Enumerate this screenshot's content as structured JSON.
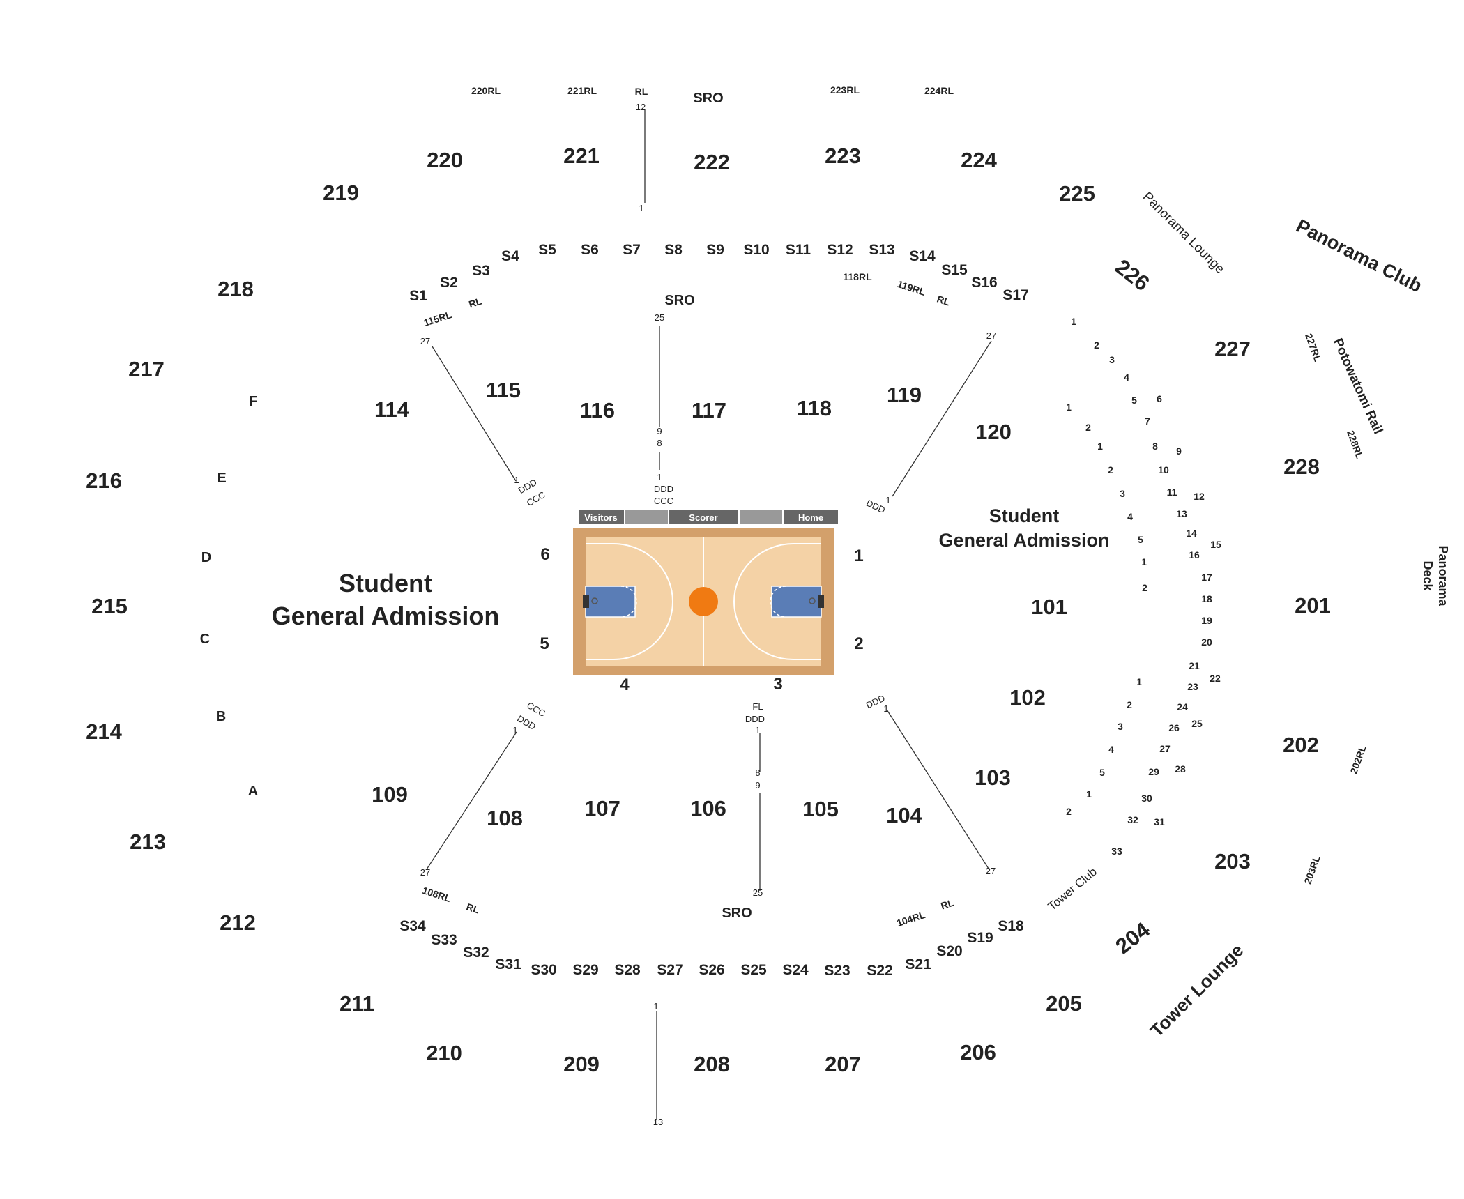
{
  "map": {
    "court": {
      "benches": [
        {
          "id": "visitors",
          "label": "Visitors"
        },
        {
          "id": "blank1",
          "label": ""
        },
        {
          "id": "scorer",
          "label": "Scorer"
        },
        {
          "id": "blank2",
          "label": ""
        },
        {
          "id": "home",
          "label": "Home"
        }
      ],
      "colors": {
        "border": "#d3a06b",
        "floor": "#f4d2a6",
        "paint": "#5a7db6",
        "center": "#f07a12",
        "bench": "#666666",
        "bench_blank": "#999999"
      }
    },
    "corners": [
      {
        "id": "c6",
        "label": "6"
      },
      {
        "id": "c1",
        "label": "1"
      },
      {
        "id": "c5",
        "label": "5"
      },
      {
        "id": "c2",
        "label": "2"
      },
      {
        "id": "c4",
        "label": "4"
      },
      {
        "id": "c3",
        "label": "3"
      }
    ],
    "zones": {
      "student_ga_left": {
        "line1": "Student",
        "line2": "General Admission"
      },
      "student_ga_right": {
        "line1": "Student",
        "line2": "General Admission"
      }
    },
    "sections_100": [
      {
        "id": "s114",
        "label": "114"
      },
      {
        "id": "s115",
        "label": "115"
      },
      {
        "id": "s116",
        "label": "116"
      },
      {
        "id": "s117",
        "label": "117"
      },
      {
        "id": "s118",
        "label": "118"
      },
      {
        "id": "s119",
        "label": "119"
      },
      {
        "id": "s120",
        "label": "120"
      },
      {
        "id": "s101",
        "label": "101"
      },
      {
        "id": "s102",
        "label": "102"
      },
      {
        "id": "s103",
        "label": "103"
      },
      {
        "id": "s104",
        "label": "104"
      },
      {
        "id": "s105",
        "label": "105"
      },
      {
        "id": "s106",
        "label": "106"
      },
      {
        "id": "s107",
        "label": "107"
      },
      {
        "id": "s108",
        "label": "108"
      },
      {
        "id": "s109",
        "label": "109"
      }
    ],
    "sections_200": [
      {
        "id": "s201",
        "label": "201"
      },
      {
        "id": "s202",
        "label": "202"
      },
      {
        "id": "s203",
        "label": "203"
      },
      {
        "id": "s204",
        "label": "204"
      },
      {
        "id": "s205",
        "label": "205"
      },
      {
        "id": "s206",
        "label": "206"
      },
      {
        "id": "s207",
        "label": "207"
      },
      {
        "id": "s208",
        "label": "208"
      },
      {
        "id": "s209",
        "label": "209"
      },
      {
        "id": "s210",
        "label": "210"
      },
      {
        "id": "s211",
        "label": "211"
      },
      {
        "id": "s212",
        "label": "212"
      },
      {
        "id": "s213",
        "label": "213"
      },
      {
        "id": "s214",
        "label": "214"
      },
      {
        "id": "s215",
        "label": "215"
      },
      {
        "id": "s216",
        "label": "216"
      },
      {
        "id": "s217",
        "label": "217"
      },
      {
        "id": "s218",
        "label": "218"
      },
      {
        "id": "s219",
        "label": "219"
      },
      {
        "id": "s220",
        "label": "220"
      },
      {
        "id": "s221",
        "label": "221"
      },
      {
        "id": "s222",
        "label": "222"
      },
      {
        "id": "s223",
        "label": "223"
      },
      {
        "id": "s224",
        "label": "224"
      },
      {
        "id": "s225",
        "label": "225"
      },
      {
        "id": "s226",
        "label": "226"
      },
      {
        "id": "s227",
        "label": "227"
      },
      {
        "id": "s228",
        "label": "228"
      }
    ],
    "suites_top": [
      "S1",
      "S2",
      "S3",
      "S4",
      "S5",
      "S6",
      "S7",
      "S8",
      "S9",
      "S10",
      "S11",
      "S12",
      "S13",
      "S14",
      "S15",
      "S16",
      "S17"
    ],
    "suites_bottom": [
      "S18",
      "S19",
      "S20",
      "S21",
      "S22",
      "S23",
      "S24",
      "S25",
      "S26",
      "S27",
      "S28",
      "S29",
      "S30",
      "S31",
      "S32",
      "S33",
      "S34"
    ],
    "rails": [
      {
        "id": "r220",
        "label": "220RL"
      },
      {
        "id": "r221",
        "label": "221RL"
      },
      {
        "id": "r222",
        "label": "RL"
      },
      {
        "id": "r223",
        "label": "223RL"
      },
      {
        "id": "r224",
        "label": "224RL"
      },
      {
        "id": "r115",
        "label": "115RL"
      },
      {
        "id": "r115b",
        "label": "RL"
      },
      {
        "id": "r118",
        "label": "118RL"
      },
      {
        "id": "r119",
        "label": "119RL"
      },
      {
        "id": "r119b",
        "label": "RL"
      },
      {
        "id": "r108",
        "label": "108RL"
      },
      {
        "id": "r108b",
        "label": "RL"
      },
      {
        "id": "r104",
        "label": "104RL"
      },
      {
        "id": "r104b",
        "label": "RL"
      },
      {
        "id": "r227",
        "label": "227RL"
      },
      {
        "id": "r228",
        "label": "228RL"
      },
      {
        "id": "r202",
        "label": "202RL"
      },
      {
        "id": "r203",
        "label": "203RL"
      }
    ],
    "sro": [
      {
        "id": "sro_top",
        "label": "SRO"
      },
      {
        "id": "sro_mid",
        "label": "SRO"
      },
      {
        "id": "sro_bottom",
        "label": "SRO"
      }
    ],
    "side_sections": [
      "F",
      "E",
      "D",
      "C",
      "B",
      "A"
    ],
    "venue_areas": {
      "panorama_lounge": "Panorama Lounge",
      "panorama_club": "Panorama Club",
      "potowatomi_rail": "Potowatomi Rail",
      "panorama_deck_1": "Panorama",
      "panorama_deck_2": "Deck",
      "tower_club": "Tower Club",
      "tower_lounge": "Tower Lounge"
    },
    "aisle_labels": {
      "top_mid": [
        "25",
        "9",
        "8",
        "1",
        "DDD",
        "CCC"
      ],
      "top_upper": [
        "12",
        "1"
      ],
      "left_top": [
        "27",
        "1",
        "DDD",
        "CCC"
      ],
      "right_top": [
        "27",
        "1",
        "DDD"
      ],
      "bottom_mid": [
        "FL",
        "DDD",
        "1",
        "8",
        "9",
        "25"
      ],
      "bottom_lower": [
        "1",
        "13"
      ],
      "left_bottom": [
        "CCC",
        "DDD",
        "1",
        "27"
      ],
      "right_bottom": [
        "DDD",
        "1",
        "27"
      ]
    },
    "row_numbers": [
      "1",
      "2",
      "3",
      "4",
      "5",
      "6",
      "7",
      "1",
      "2",
      "1",
      "8",
      "9",
      "2",
      "10",
      "3",
      "11",
      "12",
      "13",
      "4",
      "14",
      "5",
      "15",
      "1",
      "16",
      "17",
      "2",
      "18",
      "19",
      "20",
      "21",
      "22",
      "1",
      "23",
      "2",
      "24",
      "3",
      "26",
      "25",
      "27",
      "4",
      "5",
      "29",
      "28",
      "1",
      "30",
      "2",
      "32",
      "31",
      "33"
    ]
  }
}
